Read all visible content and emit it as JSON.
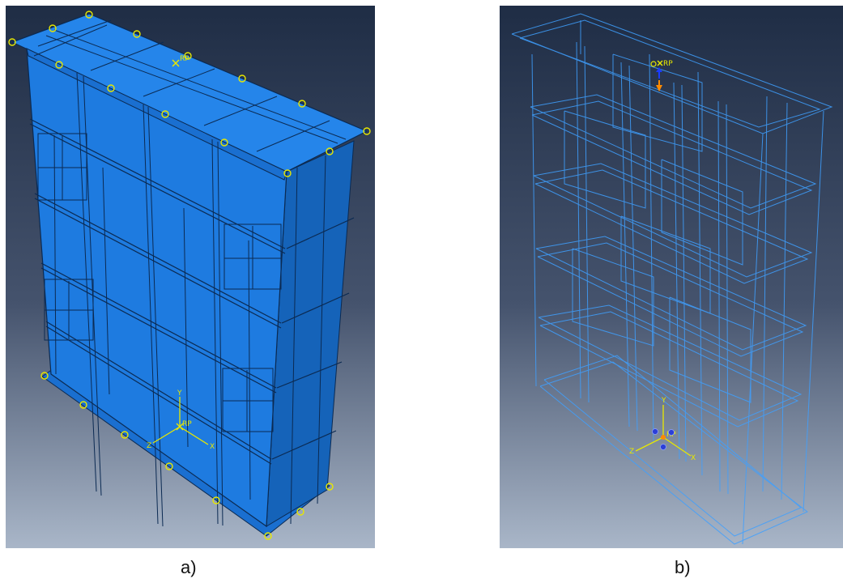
{
  "colors": {
    "viewport_top": "#1f2d45",
    "viewport_bottom": "#a9b6c8",
    "solid_face": "#1e7be0",
    "solid_side": "#1563b9",
    "edge": "#0b2a52",
    "wire": "#3fa0ff",
    "marker": "#e8e800"
  },
  "panel_a": {
    "caption": "a)",
    "ref_point_label": "RP",
    "triad": {
      "y": "Y",
      "x": "X",
      "z": "Z"
    }
  },
  "panel_b": {
    "caption": "b)",
    "ref_point_label": "RP",
    "triad": {
      "y": "Y",
      "x": "X",
      "z": "Z"
    }
  }
}
